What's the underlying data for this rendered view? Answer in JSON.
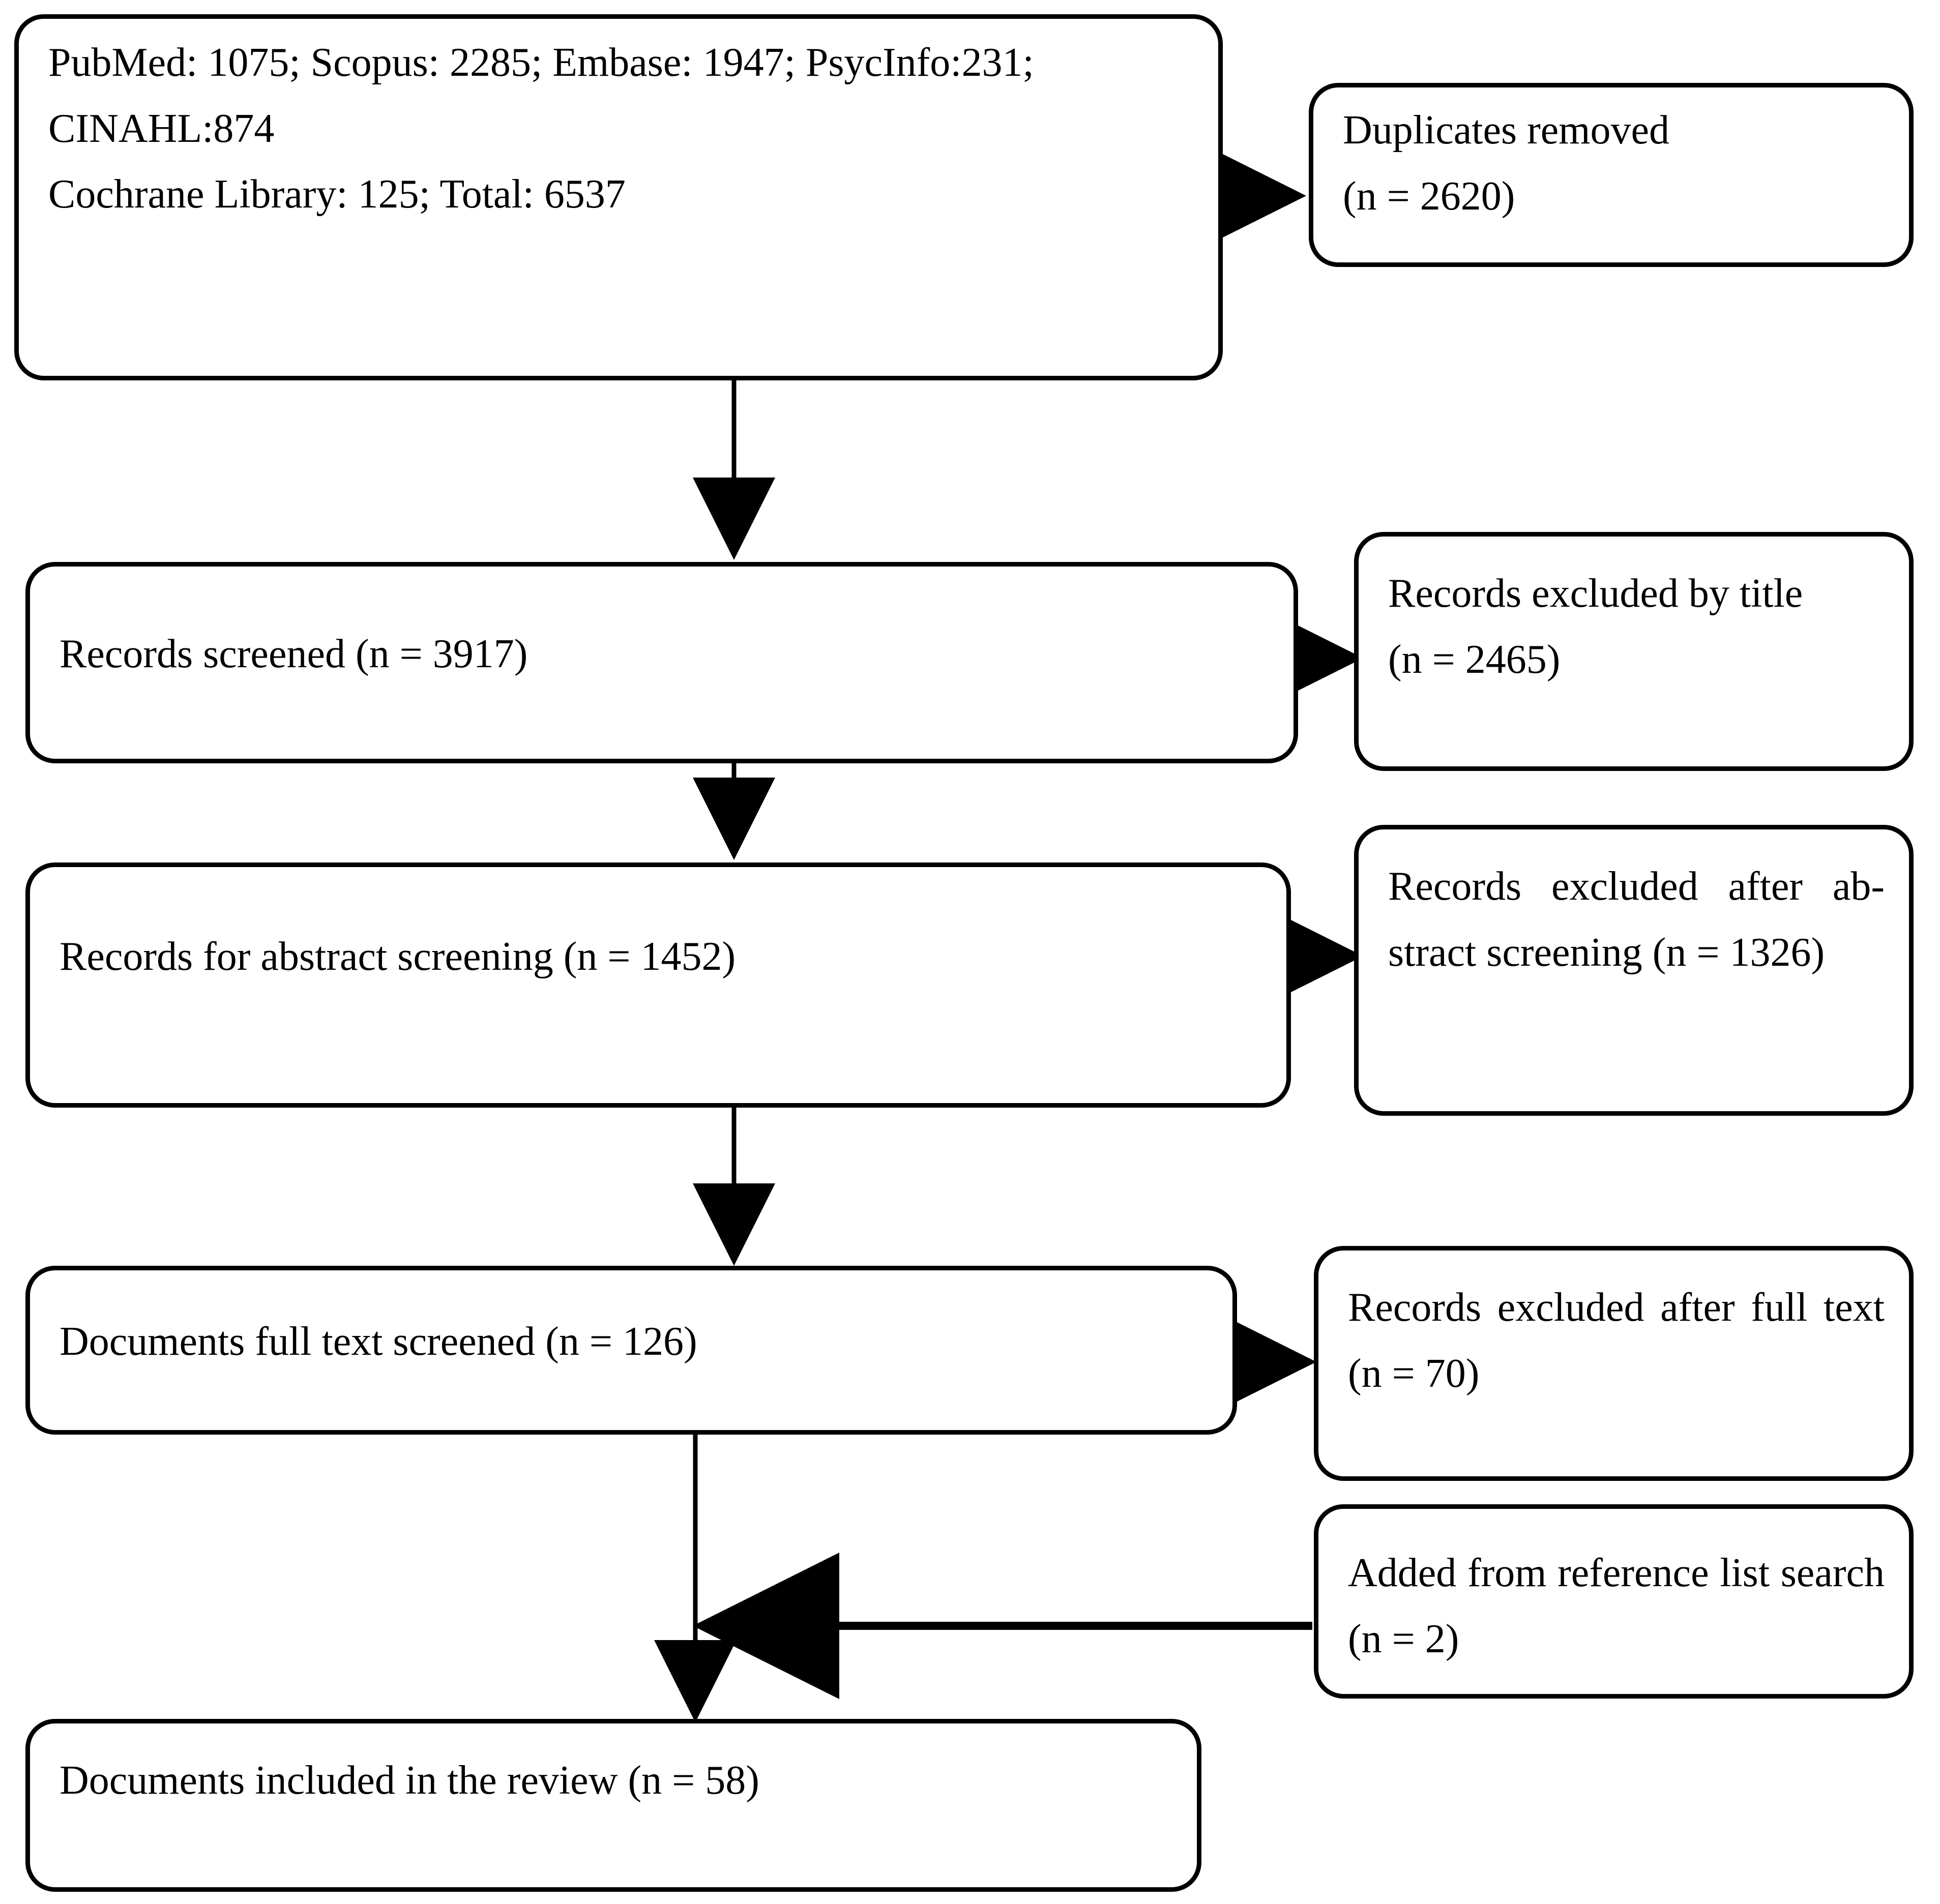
{
  "diagram": {
    "kind": "prisma-flow-diagram",
    "line_color": "#000000",
    "box_fill": "#ffffff",
    "background": "#ffffff"
  },
  "boxes": {
    "identification": {
      "label": "identification-sources",
      "lines": [
        "PubMed: 1075; Scopus: 2285; Embase: 1947; PsycInfo:231; CINAHL:874",
        "Cochrane Library: 125; Total: 6537"
      ],
      "text": "PubMed: 1075; Scopus: 2285; Embase: 1947; PsycInfo:231; CINAHL:874\nCochrane Library: 125; Total: 6537"
    },
    "duplicates_removed": {
      "label": "duplicates-removed",
      "text": "Duplicates removed\n(n = 2620)"
    },
    "records_screened": {
      "label": "records-screened",
      "text": "Records screened (n = 3917)"
    },
    "excluded_by_title": {
      "label": "records-excluded-by-title",
      "text": "Records excluded by title\n(n = 2465)"
    },
    "abstract_screening": {
      "label": "records-for-abstract-screening",
      "text": "Records for abstract screening (n = 1452)"
    },
    "excluded_after_abstract": {
      "label": "records-excluded-after-abstract-screening",
      "text": "Records excluded after ab­stract screening (n = 1326)"
    },
    "full_text_screened": {
      "label": "documents-full-text-screened",
      "text": "Documents full text screened (n = 126)"
    },
    "excluded_after_full_text": {
      "label": "records-excluded-after-full-text",
      "text": "Records excluded after full text (n = 70)"
    },
    "added_from_reference_list": {
      "label": "added-from-reference-list-search",
      "text": "Added from reference list search (n = 2)"
    },
    "included_in_review": {
      "label": "documents-included-in-the-review",
      "text": "Documents included in the review (n = 58)"
    }
  },
  "counts": {
    "pubmed": 1075,
    "scopus": 2285,
    "embase": 1947,
    "psycinfo": 231,
    "cinahl": 874,
    "cochrane_library": 125,
    "total_identified": 6537,
    "duplicates_removed": 2620,
    "records_screened": 3917,
    "excluded_by_title": 2465,
    "records_for_abstract_screening": 1452,
    "excluded_after_abstract": 1326,
    "full_text_screened": 126,
    "excluded_after_full_text": 70,
    "added_from_reference_list": 2,
    "included_in_review": 58
  },
  "connectors": [
    {
      "name": "identification-to-duplicates",
      "direction": "right"
    },
    {
      "name": "identification-to-records-screened",
      "direction": "down"
    },
    {
      "name": "records-screened-to-excluded-by-title",
      "direction": "right"
    },
    {
      "name": "records-screened-to-abstract-screening",
      "direction": "down"
    },
    {
      "name": "abstract-screening-to-excluded-after-abstract",
      "direction": "right"
    },
    {
      "name": "abstract-screening-to-full-text",
      "direction": "down"
    },
    {
      "name": "full-text-to-excluded-after-full-text",
      "direction": "right"
    },
    {
      "name": "full-text-to-included",
      "direction": "down"
    },
    {
      "name": "reference-list-to-included-stem",
      "direction": "left"
    }
  ]
}
